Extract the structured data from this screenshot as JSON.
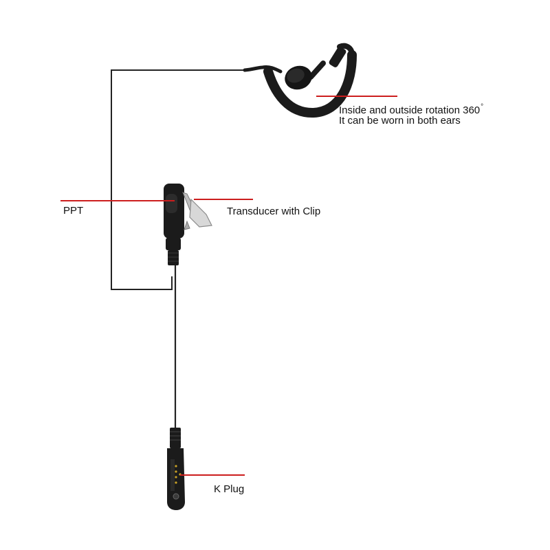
{
  "annotations": {
    "earpiece": {
      "line1": "Inside and outside rotation 360",
      "degree_mark": "°",
      "line2": "It can be worn in both ears"
    },
    "ppt": {
      "label": "PPT"
    },
    "transducer": {
      "label": "Transducer with Clip"
    },
    "plug": {
      "label": "K Plug"
    }
  },
  "colors": {
    "leader_line": "#cc1d1d",
    "cable": "#222222",
    "body": "#1b1b1b",
    "clip": "#9a9a9a",
    "background": "#ffffff"
  }
}
